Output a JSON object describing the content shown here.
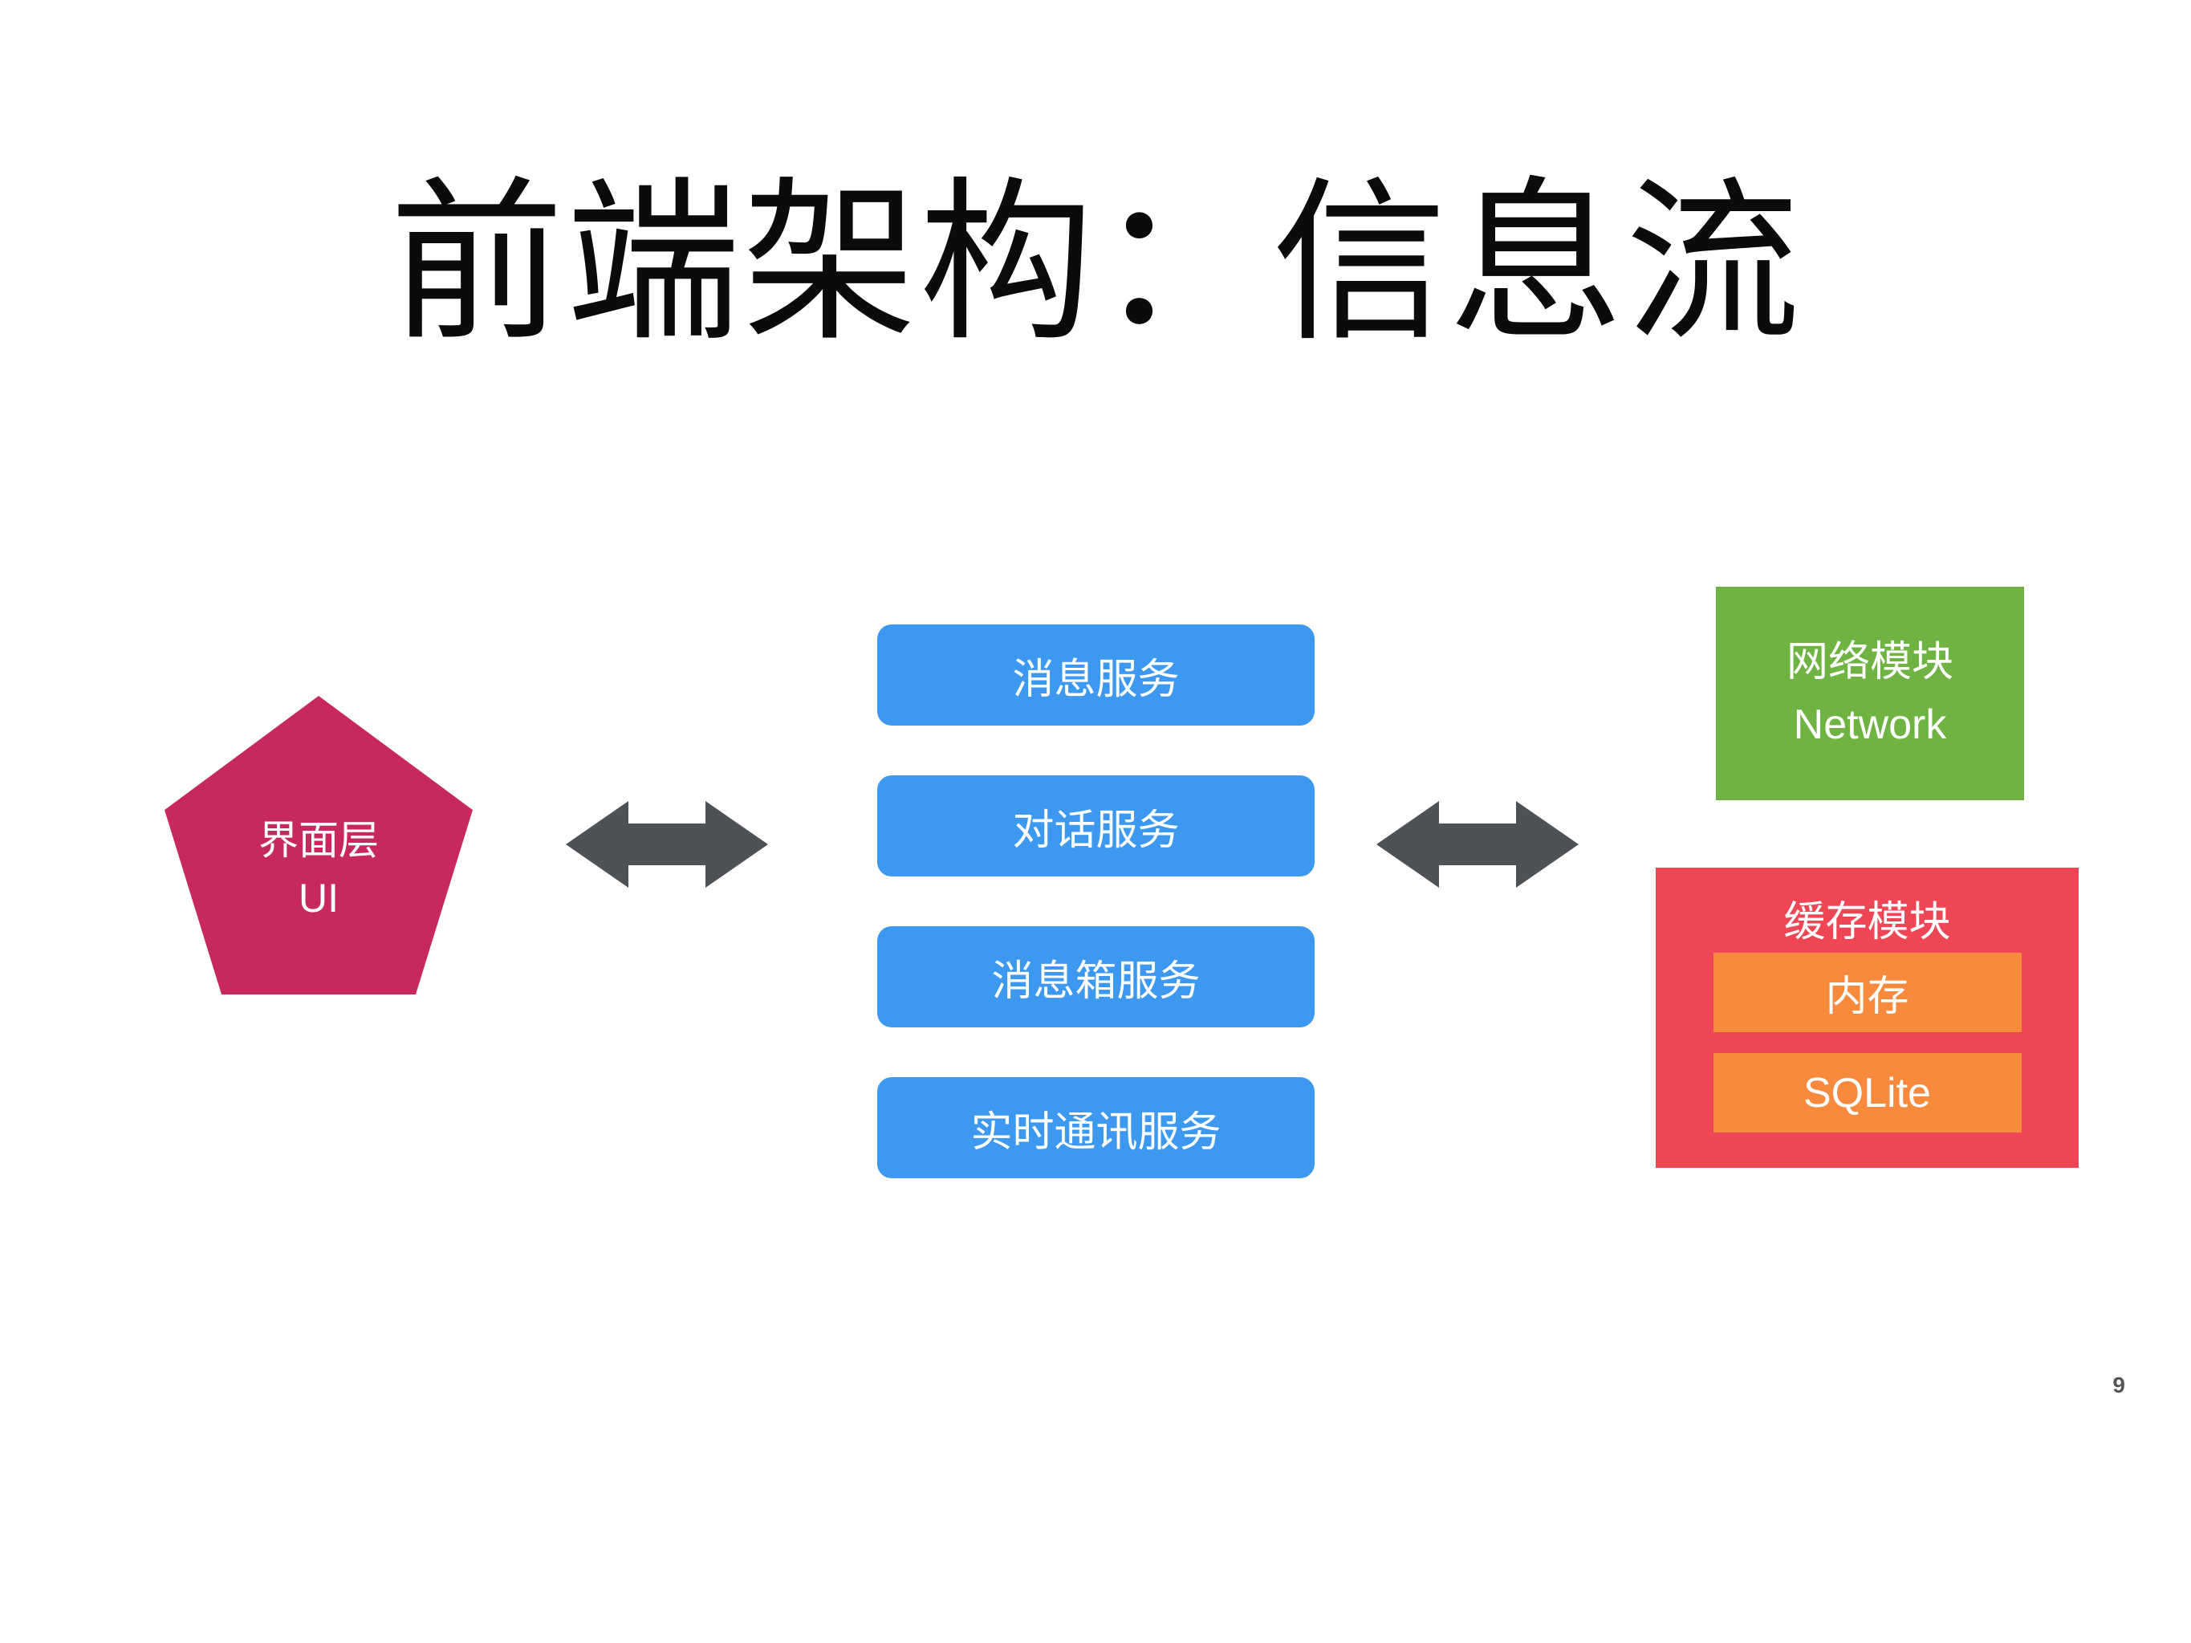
{
  "page": {
    "title": "前端架构：信息流",
    "page_number": "9"
  },
  "ui_layer": {
    "line1": "界面层",
    "line2": "UI",
    "color": "#c7295f"
  },
  "services": {
    "color": "#3d99f0",
    "items": [
      {
        "label": "消息服务"
      },
      {
        "label": "对话服务"
      },
      {
        "label": "消息箱服务"
      },
      {
        "label": "实时通讯服务"
      }
    ]
  },
  "network_module": {
    "line1": "网络模块",
    "line2": "Network",
    "color": "#6fb442"
  },
  "cache_module": {
    "title": "缓存模块",
    "color": "#ef4655",
    "item_color": "#f78a3d",
    "items": [
      {
        "label": "内存"
      },
      {
        "label": "SQLite"
      }
    ]
  },
  "arrows": {
    "color": "#4e5256",
    "left": "bidirectional",
    "right": "bidirectional"
  }
}
